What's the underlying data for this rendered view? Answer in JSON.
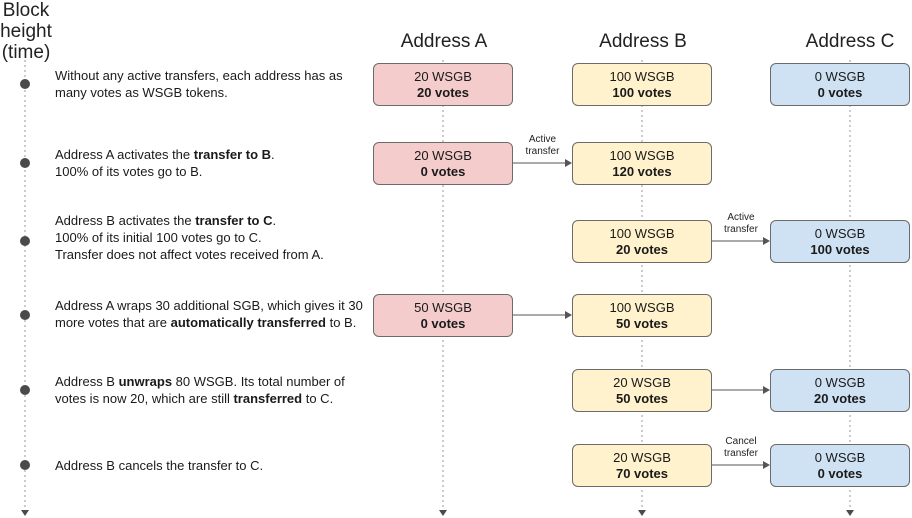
{
  "axis_title": [
    "Block",
    "height",
    "(time)"
  ],
  "columns": [
    "Address A",
    "Address B",
    "Address C"
  ],
  "steps": [
    {
      "desc": [
        [
          "Without any active transfers, each address has as many votes as WSGB tokens.",
          false
        ]
      ],
      "a": {
        "amount": "20 WSGB",
        "votes": "20 votes"
      },
      "b": {
        "amount": "100 WSGB",
        "votes": "100 votes"
      },
      "c": {
        "amount": "0 WSGB",
        "votes": "0 votes"
      }
    },
    {
      "desc": [
        [
          "Address A activates the ",
          false
        ],
        [
          "transfer to B",
          true
        ],
        [
          ".",
          false
        ],
        [
          "\n100% of its votes go to B.",
          false
        ]
      ],
      "a": {
        "amount": "20 WSGB",
        "votes": "0 votes"
      },
      "b": {
        "amount": "100 WSGB",
        "votes": "120 votes"
      },
      "arrow_ab": {
        "label": [
          "Active",
          "transfer"
        ]
      }
    },
    {
      "desc": [
        [
          "Address B activates the ",
          false
        ],
        [
          "transfer to C",
          true
        ],
        [
          ".",
          false
        ],
        [
          "\n100% of its initial 100 votes go to C.\nTransfer does not affect votes received from A.",
          false
        ]
      ],
      "b": {
        "amount": "100 WSGB",
        "votes": "20 votes"
      },
      "c": {
        "amount": "0 WSGB",
        "votes": "100 votes"
      },
      "arrow_bc": {
        "label": [
          "Active",
          "transfer"
        ]
      }
    },
    {
      "desc": [
        [
          "Address A wraps 30 additional SGB, which gives it 30 more votes that are ",
          false
        ],
        [
          "automatically transferred",
          true
        ],
        [
          " to B.",
          false
        ]
      ],
      "a": {
        "amount": "50 WSGB",
        "votes": "0 votes"
      },
      "b": {
        "amount": "100 WSGB",
        "votes": "50 votes"
      },
      "arrow_ab": {
        "label": []
      }
    },
    {
      "desc": [
        [
          "Address B ",
          false
        ],
        [
          "unwraps",
          true
        ],
        [
          " 80 WSGB. Its total number of votes is now 20, which are still ",
          false
        ],
        [
          "transferred",
          true
        ],
        [
          " to C.",
          false
        ]
      ],
      "b": {
        "amount": "20 WSGB",
        "votes": "50 votes"
      },
      "c": {
        "amount": "0 WSGB",
        "votes": "20 votes"
      },
      "arrow_bc": {
        "label": []
      }
    },
    {
      "desc": [
        [
          "Address B cancels the transfer to C.",
          false
        ]
      ],
      "b": {
        "amount": "20 WSGB",
        "votes": "70 votes"
      },
      "c": {
        "amount": "0 WSGB",
        "votes": "0 votes"
      },
      "arrow_bc": {
        "label": [
          "Cancel",
          "transfer"
        ]
      }
    }
  ],
  "colors": {
    "address_a_fill": "#f4cccc",
    "address_b_fill": "#fff2cc",
    "address_c_fill": "#cfe2f3",
    "box_border": "#6b6b6b",
    "timeline_dot": "#4a4a4a",
    "dotted_line": "#9a9a9a",
    "arrow": "#555555"
  }
}
